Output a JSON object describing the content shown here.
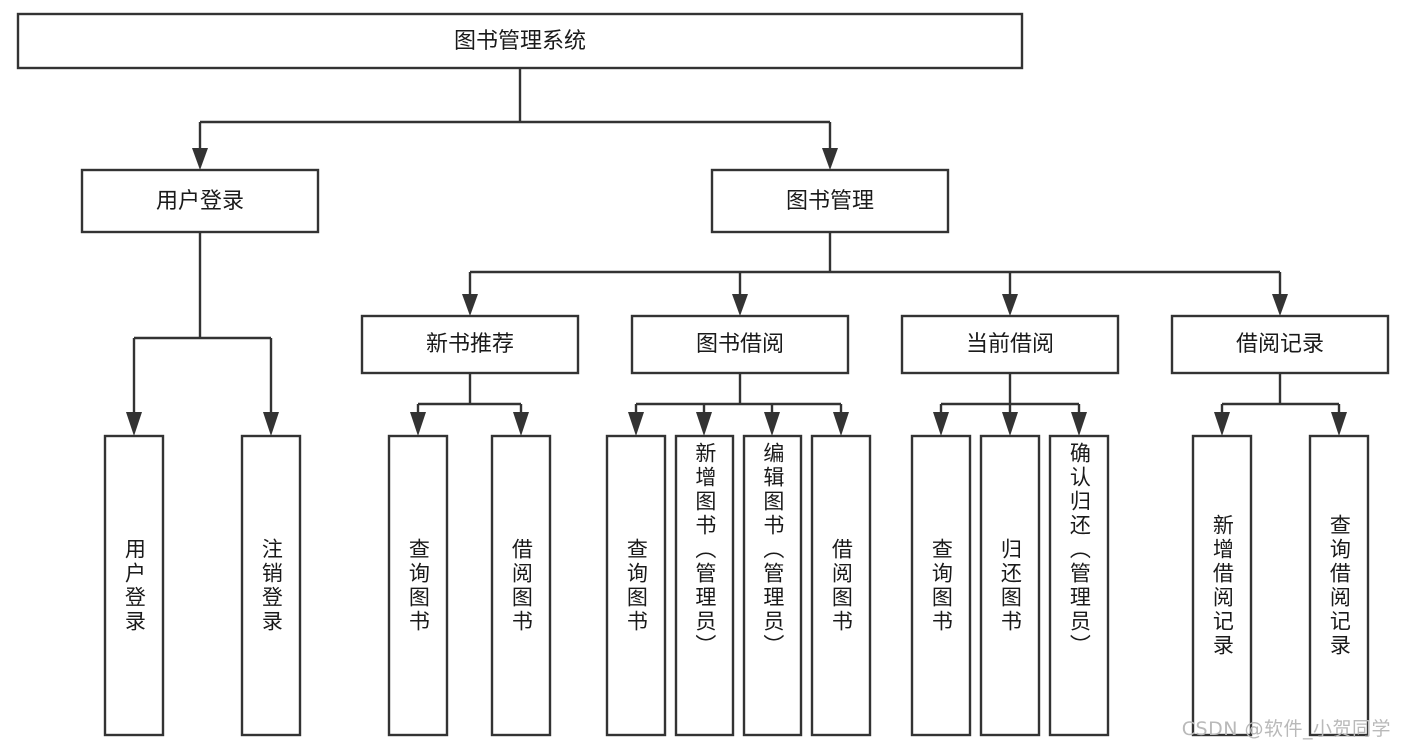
{
  "diagram": {
    "title": "图书管理系统",
    "type": "hierarchy-tree",
    "watermark": "CSDN @软件_小贺同学",
    "colors": {
      "stroke": "#333333",
      "box_fill": "#ffffff",
      "text": "#1a1a1a",
      "background": "#ffffff",
      "watermark": "#b9b9b9"
    },
    "root": {
      "label": "图书管理系统"
    },
    "level2": [
      {
        "label": "用户登录"
      },
      {
        "label": "图书管理"
      }
    ],
    "level3": [
      {
        "label": "新书推荐"
      },
      {
        "label": "图书借阅"
      },
      {
        "label": "当前借阅"
      },
      {
        "label": "借阅记录"
      }
    ],
    "leaves": {
      "user_login": [
        {
          "label": "用户登录"
        },
        {
          "label": "注销登录"
        }
      ],
      "new_book_recommend": [
        {
          "label": "查询图书"
        },
        {
          "label": "借阅图书"
        }
      ],
      "book_borrow": [
        {
          "label": "查询图书"
        },
        {
          "label": "新增图书（管理员）"
        },
        {
          "label": "编辑图书（管理员）"
        },
        {
          "label": "借阅图书"
        }
      ],
      "current_borrow": [
        {
          "label": "查询图书"
        },
        {
          "label": "归还图书"
        },
        {
          "label": "确认归还（管理员）"
        }
      ],
      "borrow_record": [
        {
          "label": "新增借阅记录"
        },
        {
          "label": "查询借阅记录"
        }
      ]
    }
  }
}
